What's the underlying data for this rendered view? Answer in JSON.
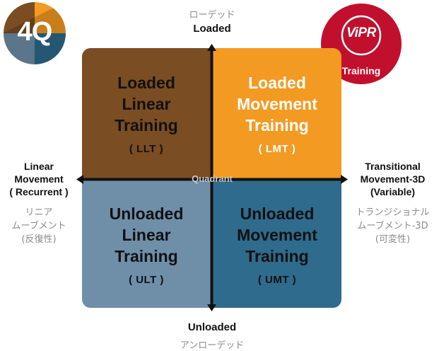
{
  "logo": {
    "text": "4Q"
  },
  "badge": {
    "brand": "ViPR",
    "label": "Training"
  },
  "axes": {
    "top": {
      "jp": "ローデッド",
      "en": "Loaded"
    },
    "bottom": {
      "en": "Unloaded",
      "jp": "アンローデッド"
    },
    "left": {
      "en_line1": "Linear",
      "en_line2": "Movement",
      "en_line3": "( Recurrent )",
      "jp_line1": "リニア",
      "jp_line2": "ムーブメント",
      "jp_line3": "(反復性)"
    },
    "right": {
      "en_line1": "Transitional",
      "en_line2": "Movement-3D",
      "en_line3": "(Variable)",
      "jp_line1": "トランジショナル",
      "jp_line2": "ムーブメント-3D",
      "jp_line3": "(可変性)"
    }
  },
  "center": {
    "label": "Quadrant"
  },
  "quadrants": {
    "llt": {
      "line1": "Loaded",
      "line2": "Linear",
      "line3": "Training",
      "abbr": "( LLT )"
    },
    "lmt": {
      "line1": "Loaded",
      "line2": "Movement",
      "line3": "Training",
      "abbr": "( LMT )"
    },
    "ult": {
      "line1": "Unloaded",
      "line2": "Linear",
      "line3": "Training",
      "abbr": "( ULT )"
    },
    "umt": {
      "line1": "Unloaded",
      "line2": "Movement",
      "line3": "Training",
      "abbr": "( UMT )"
    }
  },
  "colors": {
    "llt": "#7a4d22",
    "lmt": "#f39a22",
    "ult": "#6f8fa9",
    "umt": "#2f6b8c",
    "badge": "#c0102e"
  }
}
